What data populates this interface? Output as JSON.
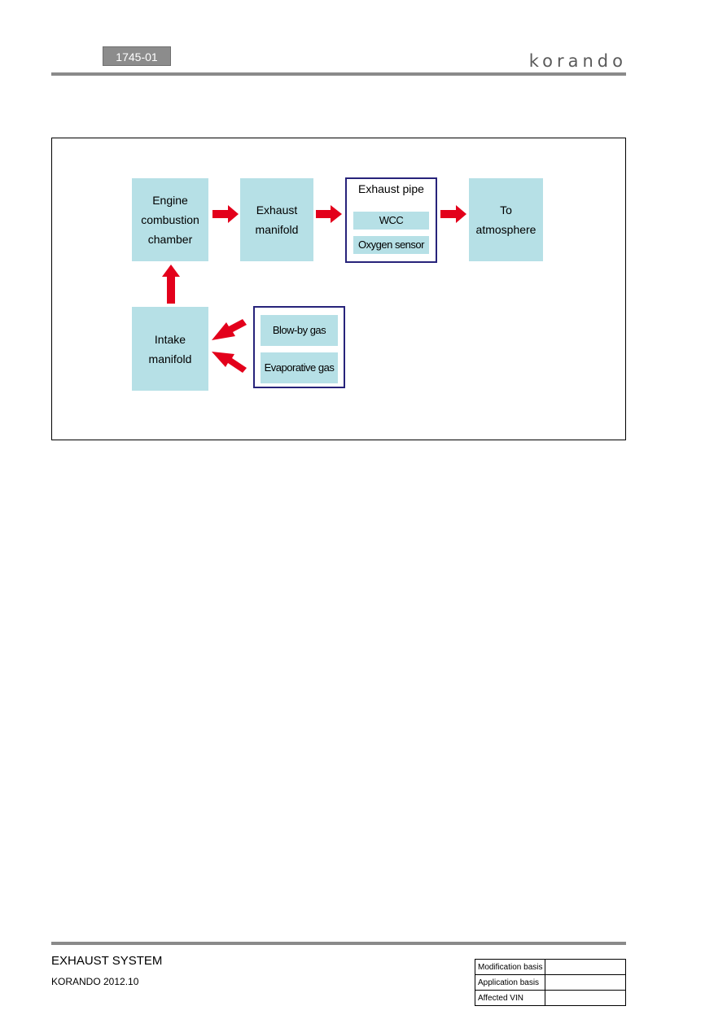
{
  "header": {
    "page_code": "1745-01",
    "brand_logo": "korando"
  },
  "diagram": {
    "engine_chamber": "Engine\ncombustion\nchamber",
    "exhaust_manifold": "Exhaust\nmanifold",
    "exhaust_pipe": {
      "title": "Exhaust pipe",
      "wcc": "WCC",
      "oxygen_sensor": "Oxygen sensor"
    },
    "atmosphere": "To\natmosphere",
    "intake_manifold": "Intake\nmanifold",
    "sources": {
      "blow_by": "Blow-by gas",
      "evaporative": "Evaporative gas"
    },
    "arrow_color": "#e3001b",
    "box_color": "#b6e0e6",
    "group_border_color": "#27237a"
  },
  "footer": {
    "section_title": "EXHAUST SYSTEM",
    "model": "KORANDO 2012.10",
    "basis_table": [
      {
        "label": "Modification basis",
        "value": ""
      },
      {
        "label": "Application basis",
        "value": ""
      },
      {
        "label": "Affected VIN",
        "value": ""
      }
    ]
  }
}
